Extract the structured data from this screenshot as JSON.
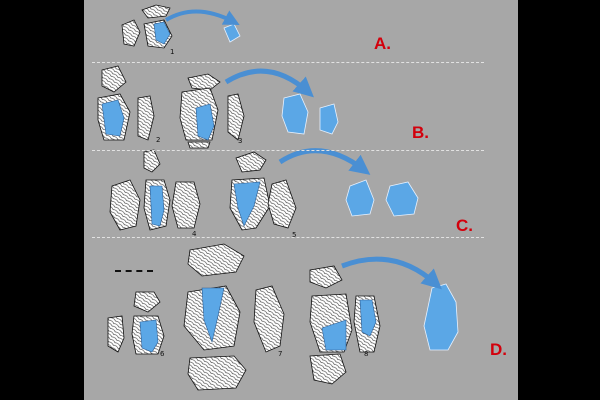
{
  "panels": [
    {
      "letter": "A.",
      "items": [
        "1"
      ]
    },
    {
      "letter": "B.",
      "items": [
        "2",
        "3"
      ]
    },
    {
      "letter": "C.",
      "items": [
        "4",
        "5"
      ]
    },
    {
      "letter": "D.",
      "items": [
        "6",
        "7",
        "8"
      ]
    }
  ],
  "colors": {
    "background": "#000000",
    "panel": "#a7a7a7",
    "highlight": "#5ba7e6",
    "arrow": "#4a8fd3",
    "label": "#d3000c",
    "separator": "#e2e2e2"
  }
}
